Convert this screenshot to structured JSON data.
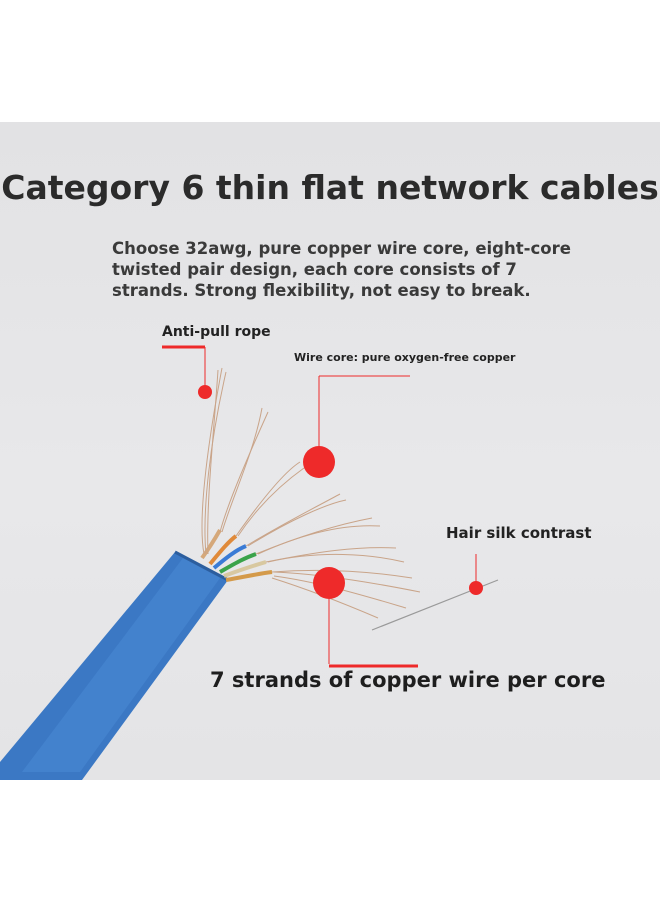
{
  "title": "Category 6 thin flat network cables",
  "description": "Choose 32awg, pure copper wire core, eight-core twisted pair design, each core consists of 7 strands. Strong flexibility, not easy to break.",
  "callouts": {
    "anti_pull_rope": "Anti-pull rope",
    "wire_core": "Wire core: pure oxygen-free copper",
    "hair_silk": "Hair silk contrast",
    "strands": "7 strands of copper wire per core"
  },
  "colors": {
    "cable_jacket": "#3b78c4",
    "accent_red": "#ee2a2a",
    "copper": "#c9a489"
  }
}
